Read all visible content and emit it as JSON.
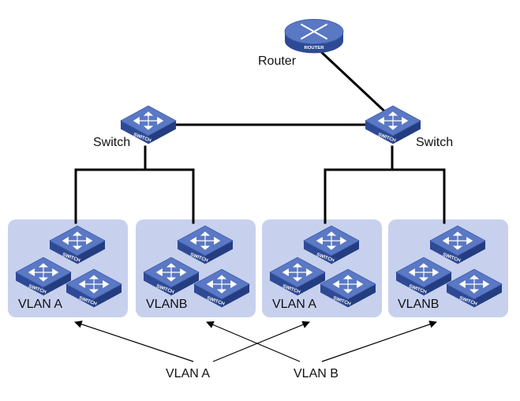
{
  "router": {
    "label": "Router",
    "badge": "ROUTER"
  },
  "core_switches": [
    {
      "label": "Switch",
      "badge": "SWITCH"
    },
    {
      "label": "Switch",
      "badge": "SWITCH"
    }
  ],
  "vlan_groups": [
    {
      "label": "VLAN A",
      "switch_badge": "SWITCH"
    },
    {
      "label": "VLANB",
      "switch_badge": "SWITCH"
    },
    {
      "label": "VLAN A",
      "switch_badge": "SWITCH"
    },
    {
      "label": "VLANB",
      "switch_badge": "SWITCH"
    }
  ],
  "bottom_labels": {
    "left": "VLAN A",
    "right": "VLAN B"
  },
  "colors": {
    "group_fill": "#c7d1ee",
    "device_top": "#5a78c4",
    "device_side": "#2f4a95",
    "device_symbol": "#ffffff",
    "link": "#000000"
  }
}
